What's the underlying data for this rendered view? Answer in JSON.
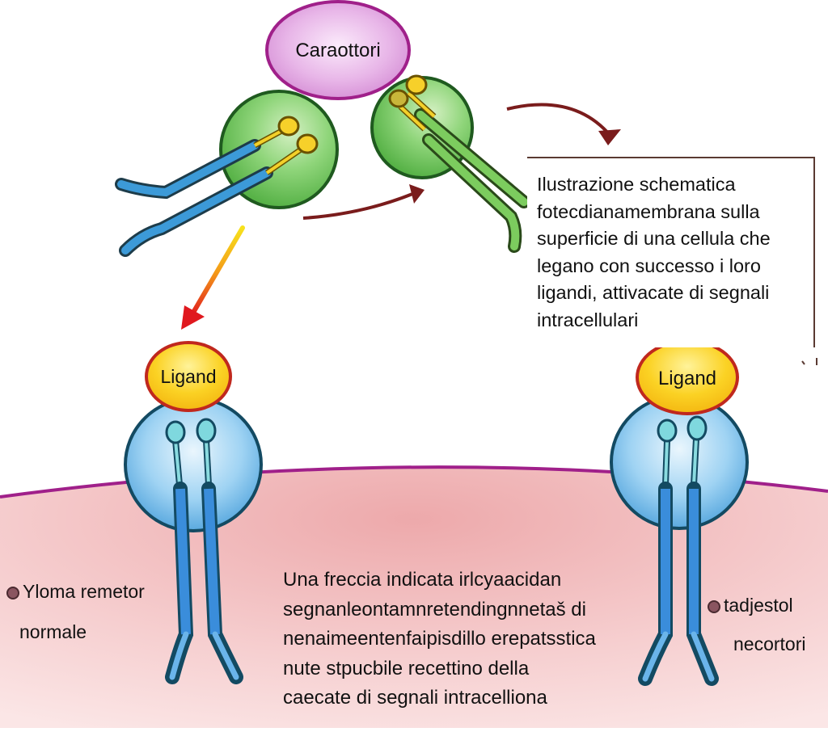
{
  "title_blob": {
    "label": "Caraottori"
  },
  "ligands": [
    {
      "label": "Ligand"
    },
    {
      "label": "Ligand"
    }
  ],
  "callout": {
    "lines": [
      "Ilustrazione schematica",
      "fotecdianamembrana sulla",
      "superficie di una cellula che",
      "legano con successo i loro",
      "ligandi, attivacate di segnali",
      "intracellulari"
    ]
  },
  "bottom_caption": {
    "lines": [
      "Una freccia indicata irlcyaacidan",
      "segnanleontamnretendingnnetaš di",
      "nenaimeentenfaipisdillo erepatsstica",
      "nute stpucbile recettino della",
      "caecate di segnali intracelliona"
    ]
  },
  "left_label": {
    "line1": "Yloma remetor",
    "line2": "normale"
  },
  "right_label": {
    "line1": "tadjestol",
    "line2": "necortori"
  },
  "colors": {
    "membrane_fill": "#f0b4b4",
    "membrane_edge": "#a0208a",
    "receptor_blue": "#3b8fd9",
    "receptor_light": "#7ec8f0",
    "ligand_yellow": "#f7c81e",
    "ligand_edge": "#c0281e",
    "green_ball": "#6cc456",
    "pink_blob": "#e2a6e2",
    "arrow_dark": "#7a1c1c"
  }
}
